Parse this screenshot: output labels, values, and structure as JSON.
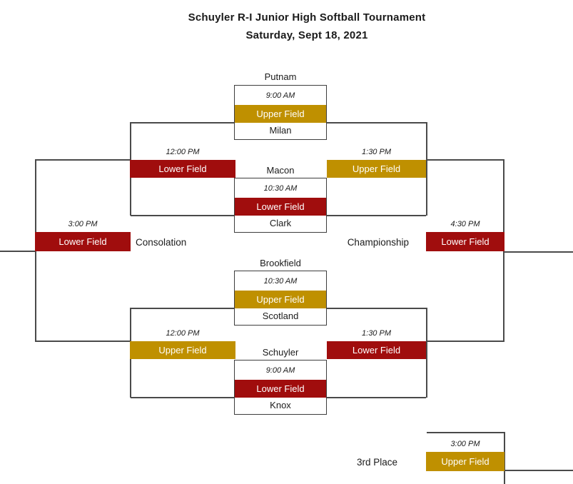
{
  "title": {
    "line1": "Schuyler R-I Junior High Softball Tournament",
    "line2": "Saturday, Sept 18, 2021"
  },
  "field_colors": {
    "Upper Field": "#BF9000",
    "Lower Field": "#A00D0D"
  },
  "first_round_games": [
    {
      "team_top": "Putnam",
      "time": "9:00 AM",
      "field": "Upper Field",
      "team_bottom": "Milan"
    },
    {
      "team_top": "Macon",
      "time": "10:30 AM",
      "field": "Lower Field",
      "team_bottom": "Clark"
    },
    {
      "team_top": "Brookfield",
      "time": "10:30 AM",
      "field": "Upper Field",
      "team_bottom": "Scotland"
    },
    {
      "team_top": "Schuyler",
      "time": "9:00 AM",
      "field": "Lower Field",
      "team_bottom": "Knox"
    }
  ],
  "second_round_games": [
    {
      "time": "12:00 PM",
      "field": "Lower Field"
    },
    {
      "time": "1:30 PM",
      "field": "Upper Field"
    },
    {
      "time": "12:00 PM",
      "field": "Upper Field"
    },
    {
      "time": "1:30 PM",
      "field": "Lower Field"
    }
  ],
  "finals": [
    {
      "label": "Consolation",
      "time": "3:00 PM",
      "field": "Lower Field"
    },
    {
      "label": "Championship",
      "time": "4:30 PM",
      "field": "Lower Field"
    },
    {
      "label": "3rd Place",
      "time": "3:00 PM",
      "field": "Upper Field"
    }
  ]
}
